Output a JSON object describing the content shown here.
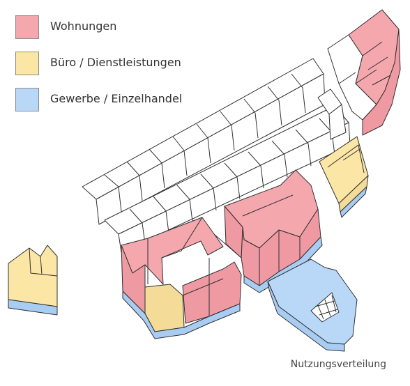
{
  "legend": [
    {
      "label": "Wohnungen",
      "color": "#f5a7ae"
    },
    {
      "label": "Büro / Dienstleistungen",
      "color": "#fbe6a6"
    },
    {
      "label": "Gewerbe / Einzelhandel",
      "color": "#b9d8f7"
    }
  ],
  "caption": "Nutzungsverteilung",
  "colors": {
    "residential_side": "#ef9aa2",
    "office_side": "#f4dc98",
    "commercial_side": "#a9cdf2",
    "unassigned": "#ffffff",
    "outline": "#2f2f2f"
  }
}
